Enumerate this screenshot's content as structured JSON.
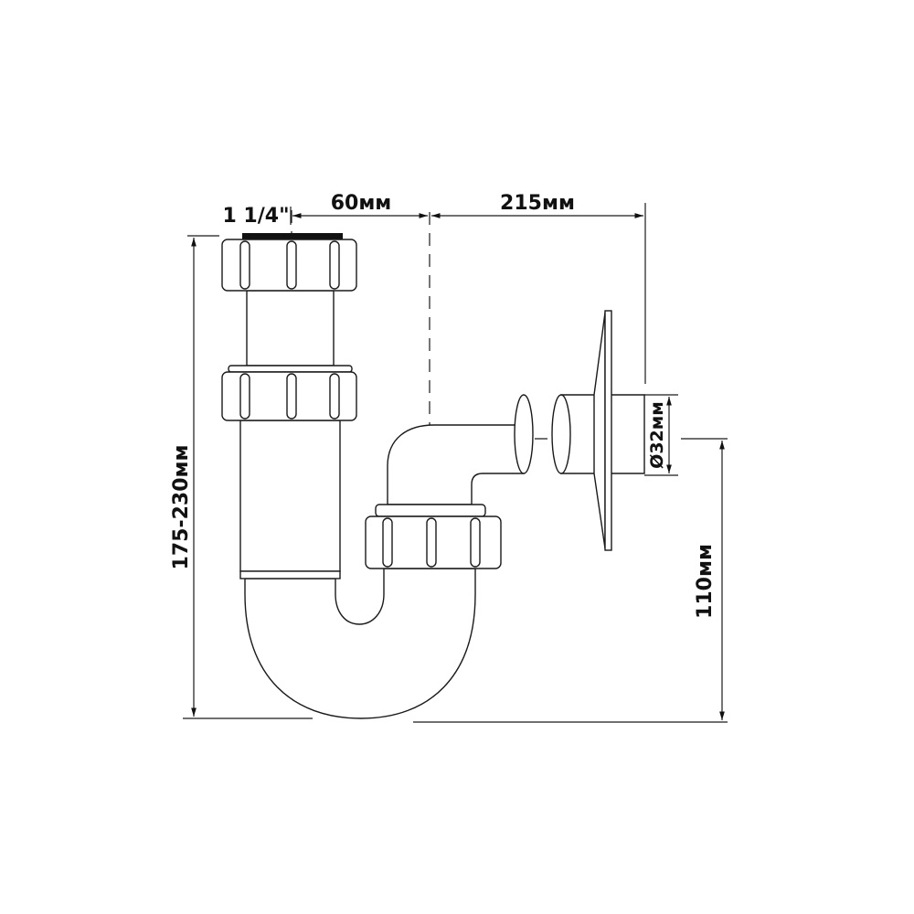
{
  "labels": {
    "thread_size": "1 1/4\"",
    "offset_width": "60мм",
    "wall_distance": "215мм",
    "height_range": "175-230мм",
    "outlet_diameter": "Ø32мм",
    "outlet_height": "110мм"
  }
}
